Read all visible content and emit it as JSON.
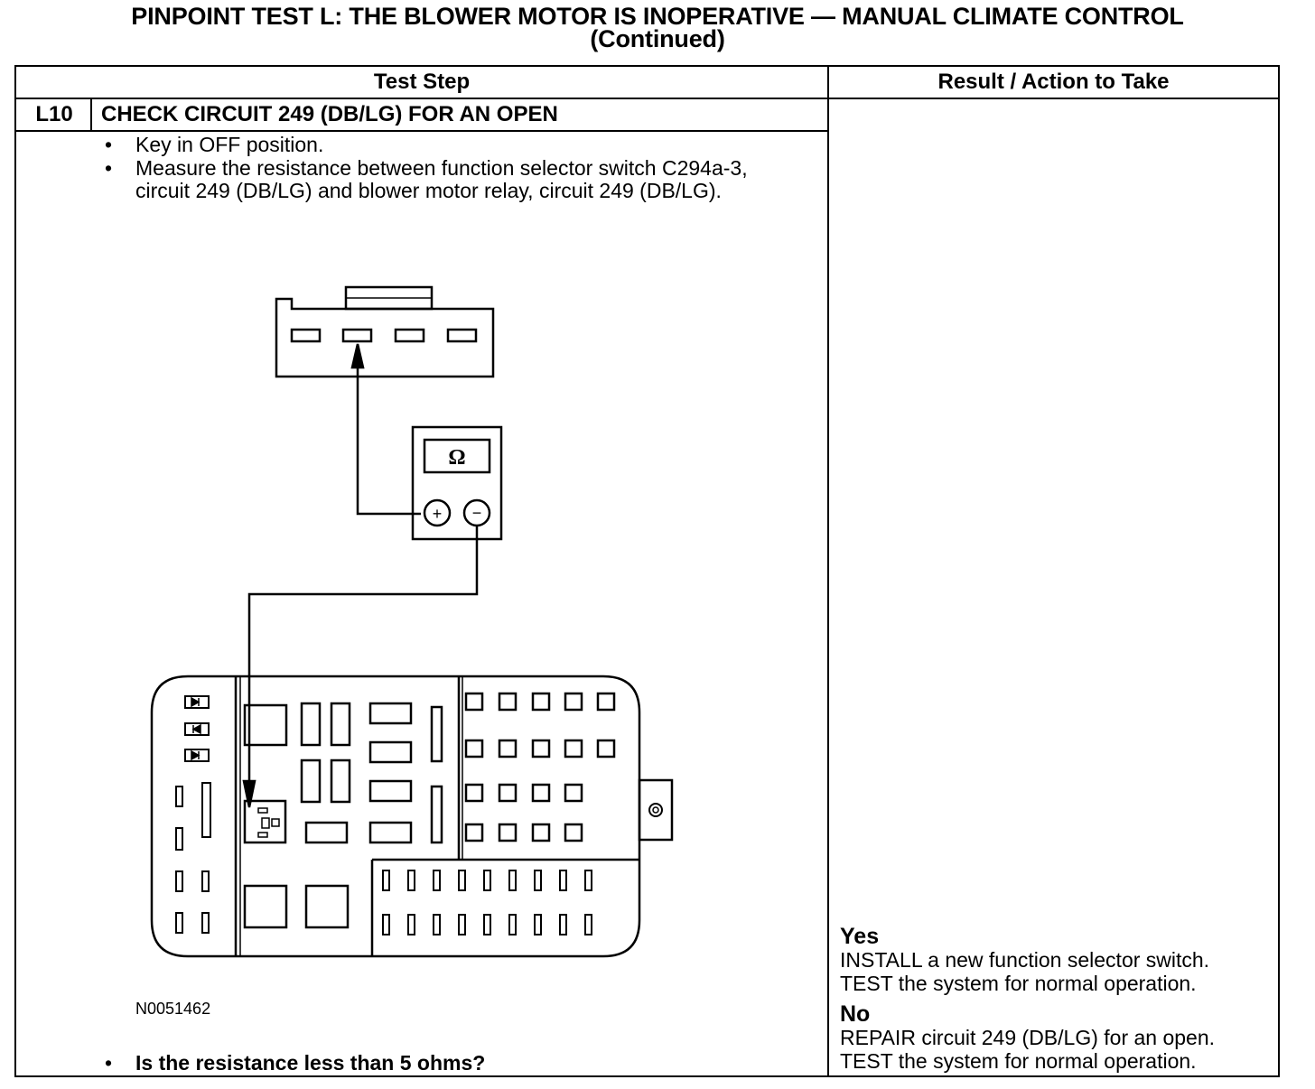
{
  "title_line1": "PINPOINT TEST  L: THE BLOWER MOTOR IS INOPERATIVE — MANUAL CLIMATE CONTROL",
  "title_line2": "(Continued)",
  "headers": {
    "test_step": "Test Step",
    "result_action": "Result / Action to Take"
  },
  "step": {
    "id": "L10",
    "title": "CHECK CIRCUIT 249 (DB/LG) FOR AN OPEN",
    "bullets": [
      "Key in OFF position.",
      "Measure the resistance between function selector switch C294a-3, circuit 249 (DB/LG) and blower motor relay, circuit 249 (DB/LG)."
    ],
    "bullet_mark": "•",
    "figure_id": "N0051462",
    "question": "Is the resistance less than 5 ohms?"
  },
  "meter": {
    "symbol": "Ω",
    "plus": "+",
    "minus": "−"
  },
  "results": {
    "yes_label": "Yes",
    "yes_line1": "INSTALL a new function selector switch.",
    "yes_line2": "TEST the system for normal operation.",
    "no_label": "No",
    "no_line1": "REPAIR circuit 249 (DB/LG) for an open.",
    "no_line2": "TEST the system for normal operation."
  }
}
